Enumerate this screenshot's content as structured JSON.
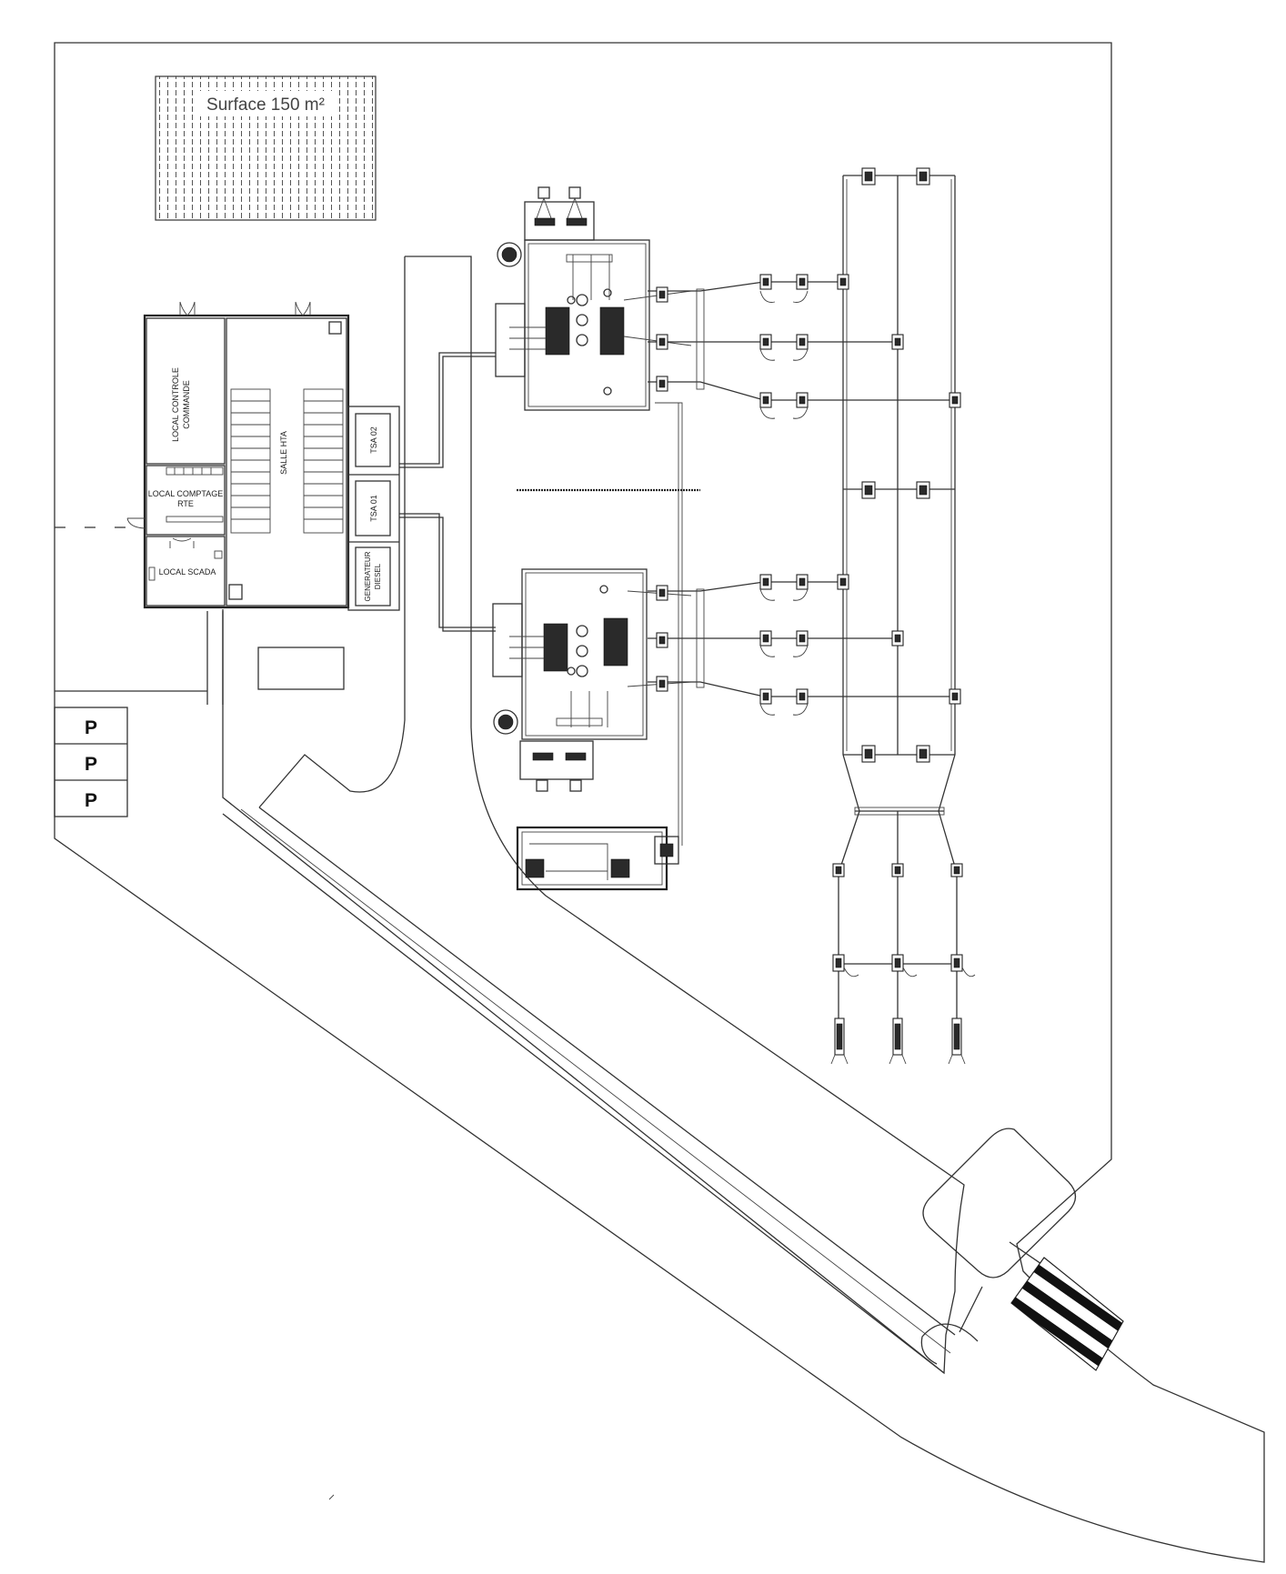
{
  "labels": {
    "surface": "Surface 150 m²",
    "local_controle": "LOCAL CONTROLE",
    "commande": "COMMANDE",
    "salle_hta": "SALLE HTA",
    "local_comptage": "LOCAL COMPTAGE",
    "rte": "RTE",
    "local_scada": "LOCAL SCADA",
    "tsa02": "TSA 02",
    "tsa01": "TSA 01",
    "generateur": "GENERATEUR",
    "diesel": "DIESEL",
    "parking": [
      "P",
      "P",
      "P"
    ]
  },
  "colors": {
    "line": "#333333",
    "equipment": "#2a2a2a",
    "background": "#ffffff"
  }
}
